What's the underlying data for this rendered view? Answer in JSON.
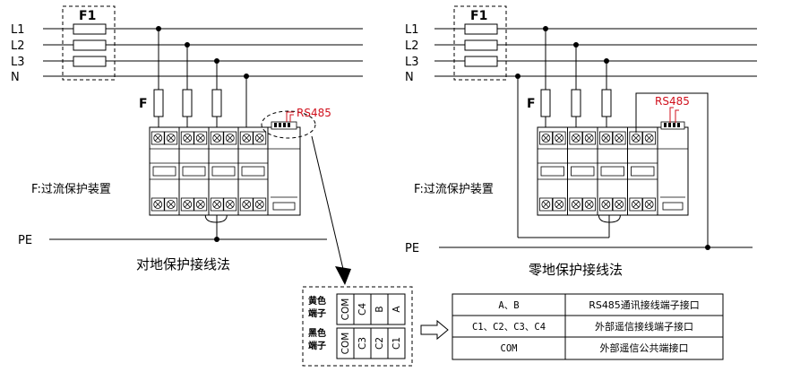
{
  "left": {
    "fuse_box_label": "F1",
    "lines": [
      "L1",
      "L2",
      "L3",
      "N"
    ],
    "fuse_label": "F",
    "rs485_label": "RS485",
    "note": "F:过流保护装置",
    "pe_label": "PE",
    "caption": "对地保护接线法"
  },
  "right": {
    "fuse_box_label": "F1",
    "lines": [
      "L1",
      "L2",
      "L3",
      "N"
    ],
    "fuse_label": "F",
    "rs485_label": "RS485",
    "note": "F:过流保护装置",
    "pe_label": "PE",
    "caption": "零地保护接线法"
  },
  "terminal_detail": {
    "yellow_label_1": "黄色",
    "yellow_label_2": "端子",
    "yellow_pins": [
      "COM",
      "C4",
      "B",
      "A"
    ],
    "black_label_1": "黑色",
    "black_label_2": "端子",
    "black_pins": [
      "COM",
      "C3",
      "C2",
      "C1"
    ]
  },
  "terminal_table": {
    "rows": [
      [
        "A、B",
        "RS485通讯接线端子接口"
      ],
      [
        "C1、C2、C3、C4",
        "外部遥信接线端子接口"
      ],
      [
        "COM",
        "外部遥信公共端接口"
      ]
    ]
  }
}
